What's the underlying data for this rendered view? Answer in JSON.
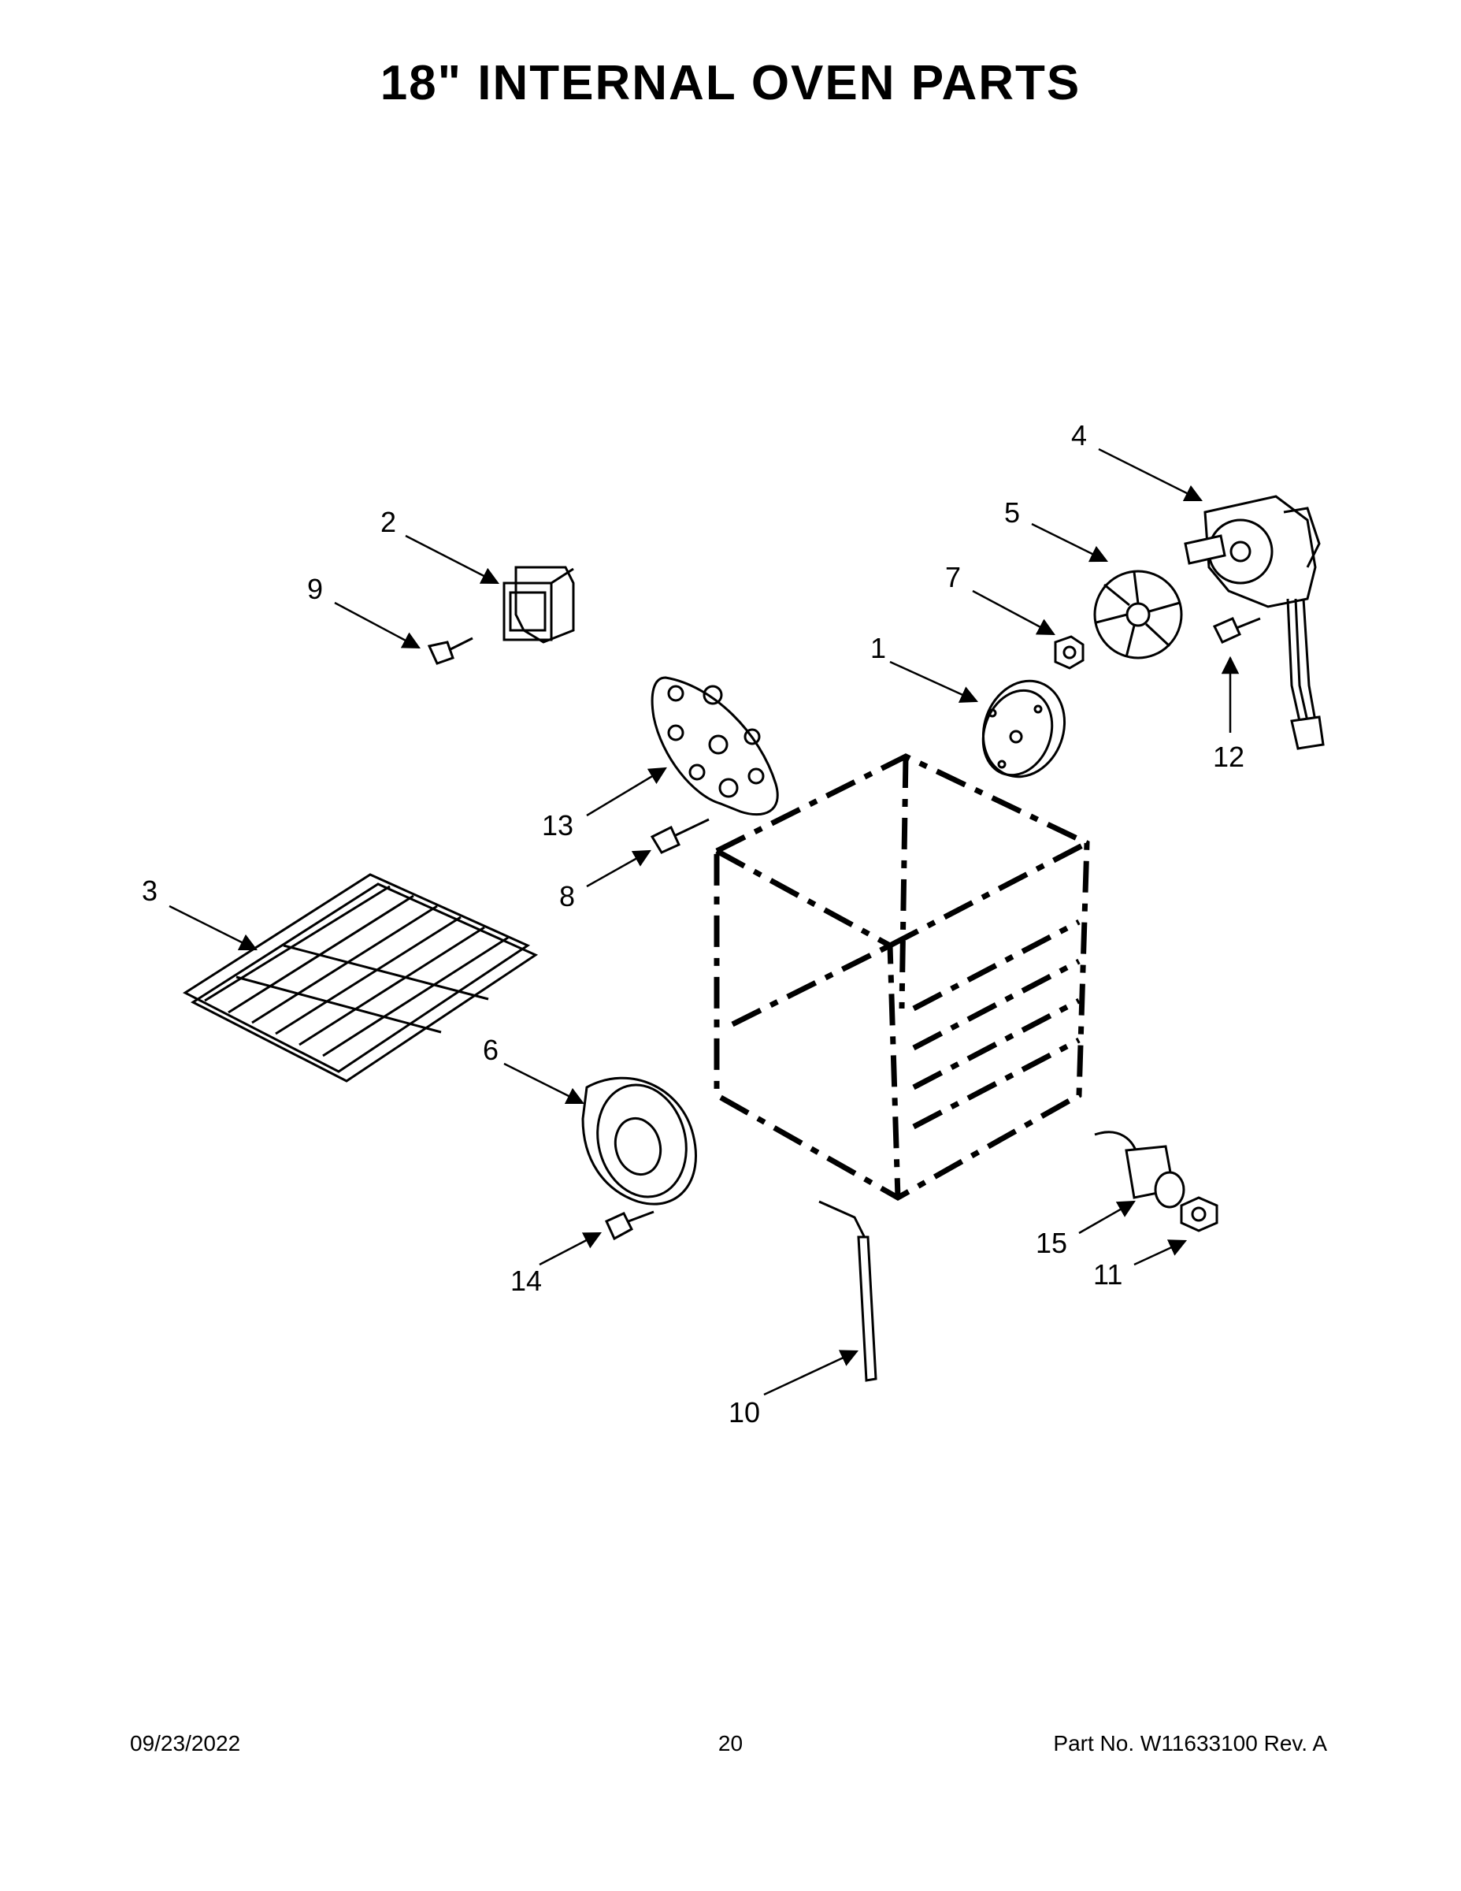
{
  "header": {
    "title": "18\" INTERNAL OVEN PARTS"
  },
  "callouts": [
    "1",
    "2",
    "3",
    "4",
    "5",
    "6",
    "7",
    "8",
    "9",
    "10",
    "11",
    "12",
    "13",
    "14",
    "15"
  ],
  "footer": {
    "date": "09/23/2022",
    "page": "20",
    "part_no": "Part No.  W11633100  Rev.  A"
  }
}
